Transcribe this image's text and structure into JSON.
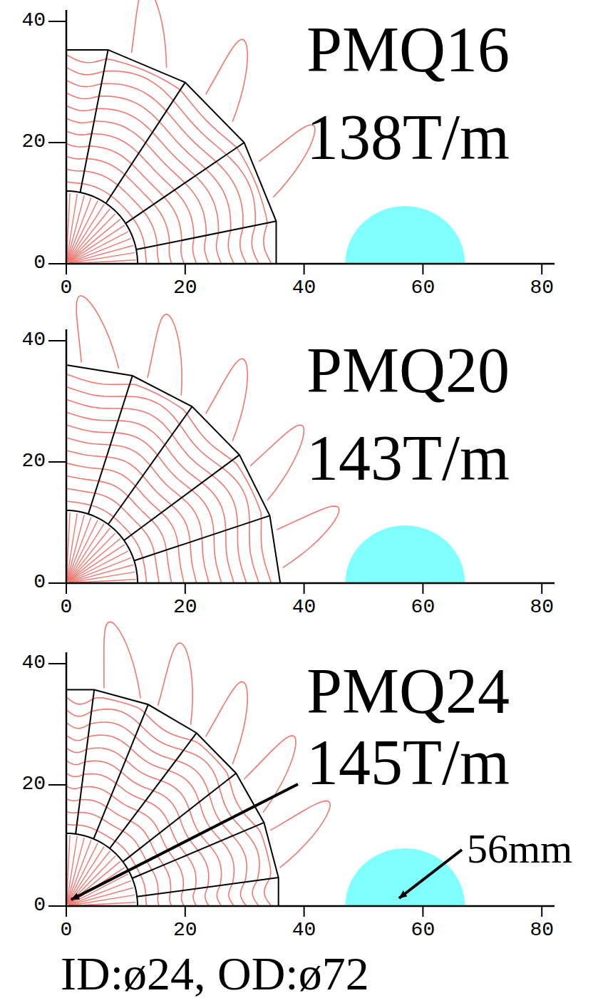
{
  "diagram": {
    "labels": [
      "PMQ16",
      "138T/m",
      "40",
      "20",
      "0",
      "0",
      "20",
      "40",
      "60",
      "80",
      "PMQ20",
      "143T/m",
      "40",
      "20",
      "0",
      "0",
      "20",
      "40",
      "60",
      "80",
      "PMQ24",
      "145T/m",
      "40",
      "20",
      "0",
      "0",
      "20",
      "40",
      "60",
      "80",
      "56mm",
      "ID:ø24, OD:ø72"
    ]
  }
}
